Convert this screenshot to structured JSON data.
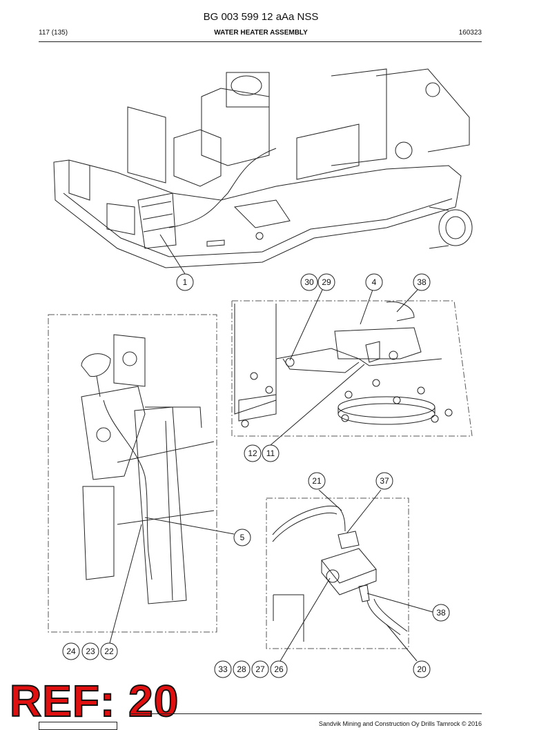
{
  "header": {
    "doc_number": "BG 003 599 12 aAa NSS",
    "page": "117 (135)",
    "section_title": "WATER HEATER ASSEMBLY",
    "date_code": "160323"
  },
  "callouts": [
    "1",
    "30",
    "29",
    "4",
    "38",
    "12",
    "11",
    "5",
    "21",
    "37",
    "38",
    "24",
    "23",
    "22",
    "33",
    "28",
    "27",
    "26",
    "20"
  ],
  "ref_stamp": "REF: 20",
  "footer": {
    "copyright": "Sandvik Mining and Construction Oy Drills Tamrock © 2016"
  }
}
